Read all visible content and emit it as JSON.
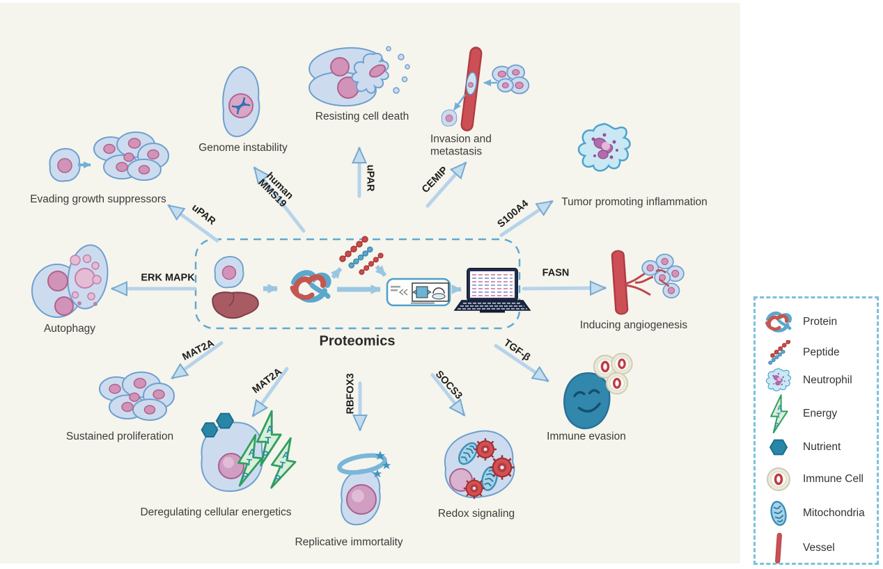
{
  "title": "Proteomics",
  "hallmarks": [
    {
      "label": "Evading growth suppressors"
    },
    {
      "label": "Genome instability"
    },
    {
      "label": "Resisting cell death"
    },
    {
      "label": "Invasion and\nmetastasis"
    },
    {
      "label": "Tumor promoting inflammation"
    },
    {
      "label": "Inducing angiogenesis"
    },
    {
      "label": "Immune evasion"
    },
    {
      "label": "Redox signaling"
    },
    {
      "label": "Replicative immortality"
    },
    {
      "label": "Deregulating cellular energetics"
    },
    {
      "label": "Sustained proliferation"
    },
    {
      "label": "Autophagy"
    }
  ],
  "protein_labels": [
    {
      "label": "uPAR"
    },
    {
      "label": "human\nMMS19"
    },
    {
      "label": "uPAR"
    },
    {
      "label": "CEMIP"
    },
    {
      "label": "S100A4"
    },
    {
      "label": "FASN"
    },
    {
      "label": "TGF-β"
    },
    {
      "label": "SOCS3"
    },
    {
      "label": "RBFOX3"
    },
    {
      "label": "MAT2A"
    },
    {
      "label": "MAT2A"
    },
    {
      "label": "ERK MAPK"
    }
  ],
  "atp": [
    "A",
    "T",
    "P"
  ],
  "legend": {
    "items": [
      {
        "label": "Protein"
      },
      {
        "label": "Peptide"
      },
      {
        "label": "Neutrophil"
      },
      {
        "label": "Energy"
      },
      {
        "label": "Nutrient"
      },
      {
        "label": "Immune Cell"
      },
      {
        "label": "Mitochondria"
      },
      {
        "label": "Vessel"
      }
    ]
  },
  "colors": {
    "background": "#f5f5ed",
    "accent_blue": "#5fa8d3",
    "arrow_blue": "#b7d3ea",
    "cell_blue": "#ccdcee",
    "nucleus_pink": "#d193b8",
    "vessel_red": "#cc4f56",
    "energy_green": "#2f9e5f",
    "nutrient_teal": "#2887a7",
    "text_dark": "#3b3b3b"
  }
}
